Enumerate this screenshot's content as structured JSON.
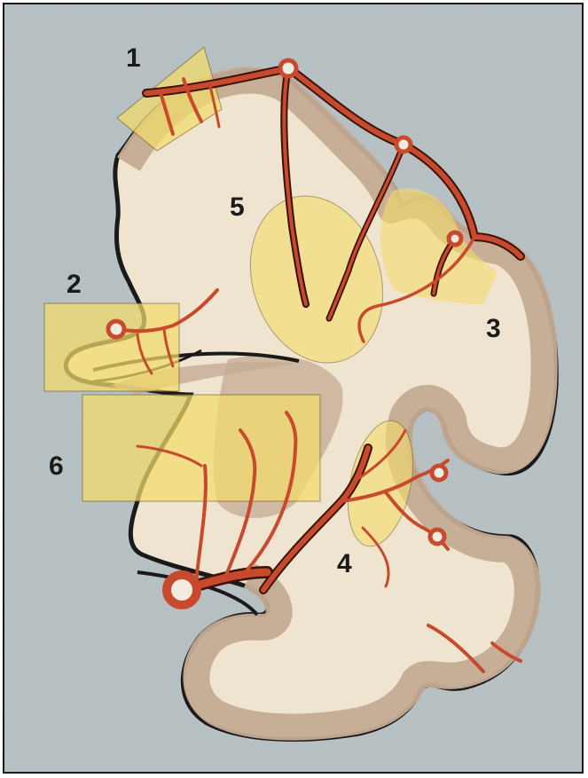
{
  "labels": {
    "region_1": "1",
    "region_2": "2",
    "region_3": "3",
    "region_4": "4",
    "region_5": "5",
    "region_6": "6"
  },
  "colors": {
    "background": "#b9c3c6",
    "white_matter": "#efe4d0",
    "cortex": "#c4ab94",
    "outline": "#1a1a1a",
    "highlight": "#f4dc6a",
    "vessel": "#c84a2c",
    "vessel_outline": "#3a1208"
  }
}
